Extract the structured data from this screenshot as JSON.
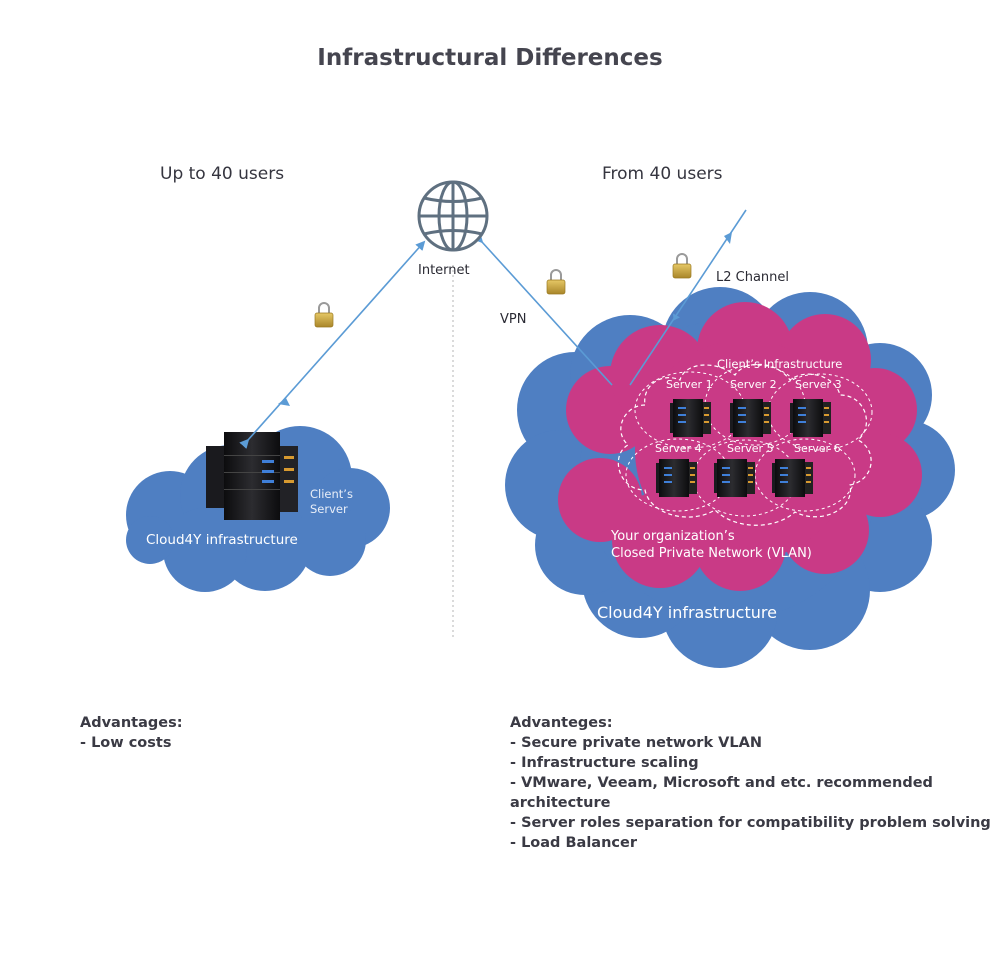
{
  "title": "Infrastructural Differences",
  "left": {
    "heading": "Up to 40 users",
    "server_label_1": "Client’s",
    "server_label_2": "Server",
    "cloud_label": "Cloud4Y infrastructure",
    "advantages_title": "Advantages:",
    "advantages": [
      " - Low costs"
    ]
  },
  "internet": {
    "label": "Internet"
  },
  "right": {
    "heading": "From 40 users",
    "vpn_label": "VPN",
    "l2_label": "L2 Channel",
    "client_infra_label": "Client’s Infrastructure",
    "servers": [
      "Server 1",
      "Server 2",
      "Server 3",
      "Server 4",
      "Server 5",
      "Server 6"
    ],
    "vlan_label_1": "Your organization’s",
    "vlan_label_2": "Closed Private Network (VLAN)",
    "cloud_label": "Cloud4Y infrastructure",
    "advantages_title": "Advanteges:",
    "advantages": [
      "- Secure private network VLAN",
      "- Infrastructure scaling",
      "- VMware, Veeam, Microsoft and etc. recommended",
      "architecture",
      "- Server roles separation for compatibility problem solving",
      "- Load Balancer"
    ]
  },
  "colors": {
    "cloud_blue": "#4f7fc2",
    "vlan_magenta": "#c93a86",
    "link_blue": "#5b9bd5",
    "globe_gray": "#5f7080",
    "lock_gold": "#c8a540"
  }
}
